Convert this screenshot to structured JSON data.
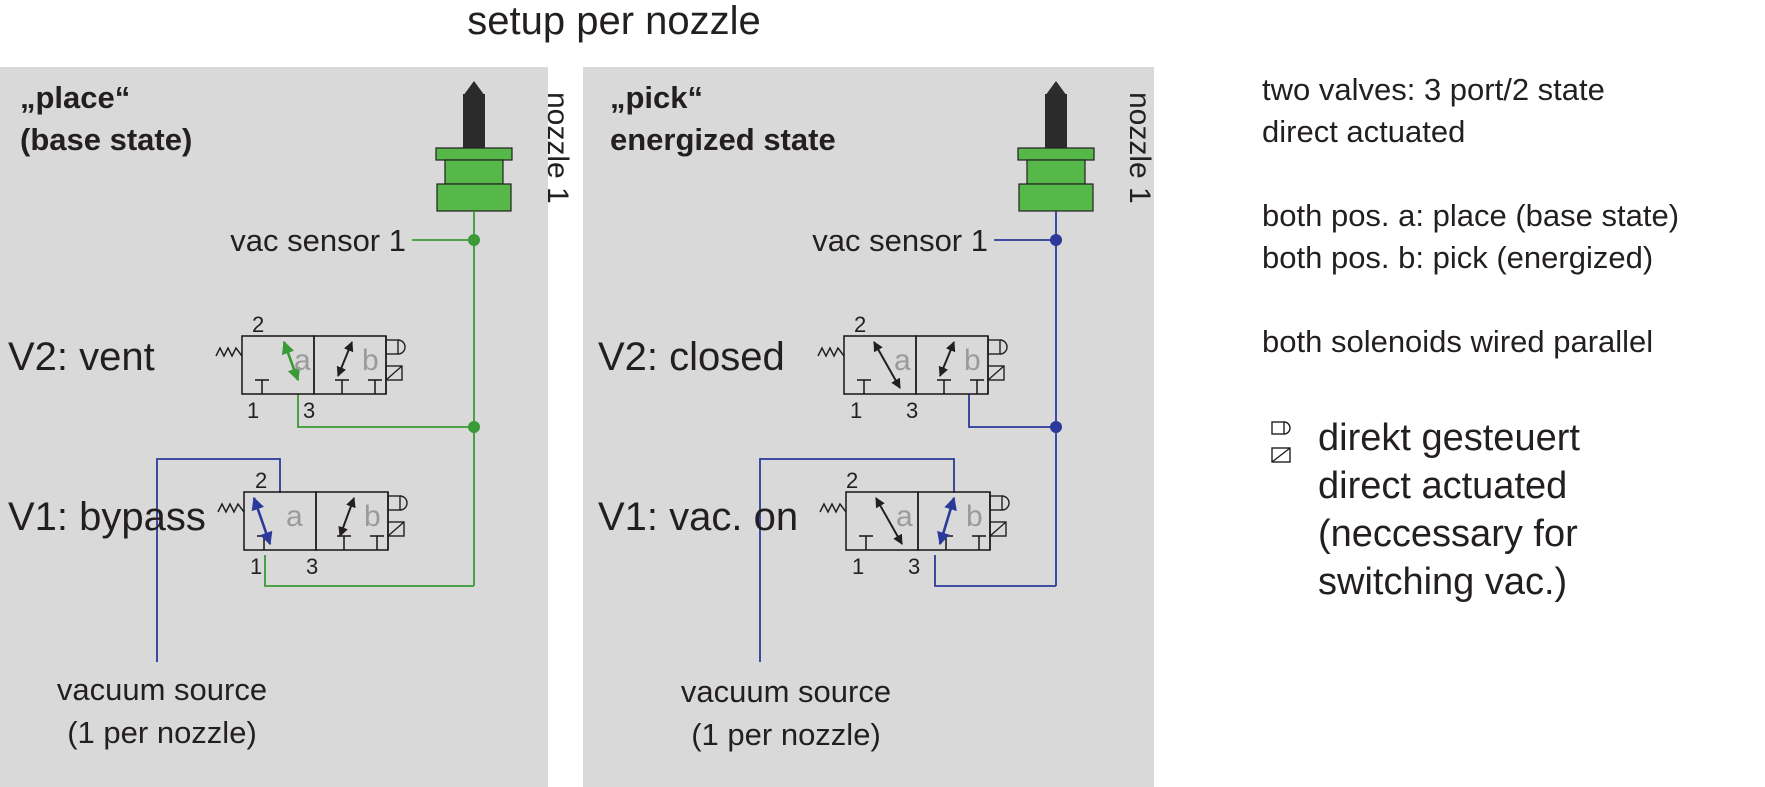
{
  "title": "setup per nozzle",
  "colors": {
    "panel": "#d9d9d9",
    "green": "#3a9a35",
    "blue": "#2b3a9a",
    "nozzle_green": "#56b849",
    "nozzle_dark": "#2b2b2b"
  },
  "panels": [
    {
      "id": "place",
      "heading_line1": "„place“",
      "heading_line2": "(base state)",
      "nozzle_label": "nozzle 1",
      "sensor_label": "vac sensor 1",
      "v2_label": "V2: vent",
      "v1_label": "V1: bypass",
      "source_line1": "vacuum source",
      "source_line2": "(1 per nozzle)",
      "port_2": "2",
      "port_1": "1",
      "port_3": "3",
      "pos_a": "a",
      "pos_b": "b"
    },
    {
      "id": "pick",
      "heading_line1": "„pick“",
      "heading_line2": "energized state",
      "nozzle_label": "nozzle 1",
      "sensor_label": "vac sensor 1",
      "v2_label": "V2: closed",
      "v1_label": "V1: vac. on",
      "source_line1": "vacuum source",
      "source_line2": "(1 per nozzle)",
      "port_2": "2",
      "port_1": "1",
      "port_3": "3",
      "pos_a": "a",
      "pos_b": "b"
    }
  ],
  "notes": {
    "line1": "two valves: 3 port/2 state",
    "line2": "direct actuated",
    "line3": "both pos. a: place (base state)",
    "line4": "both pos. b: pick (energized)",
    "line5": "both solenoids wired parallel",
    "legend_line1": "direkt gesteuert",
    "legend_line2": "direct actuated",
    "legend_line3": "(neccessary for",
    "legend_line4": "switching vac.)"
  }
}
